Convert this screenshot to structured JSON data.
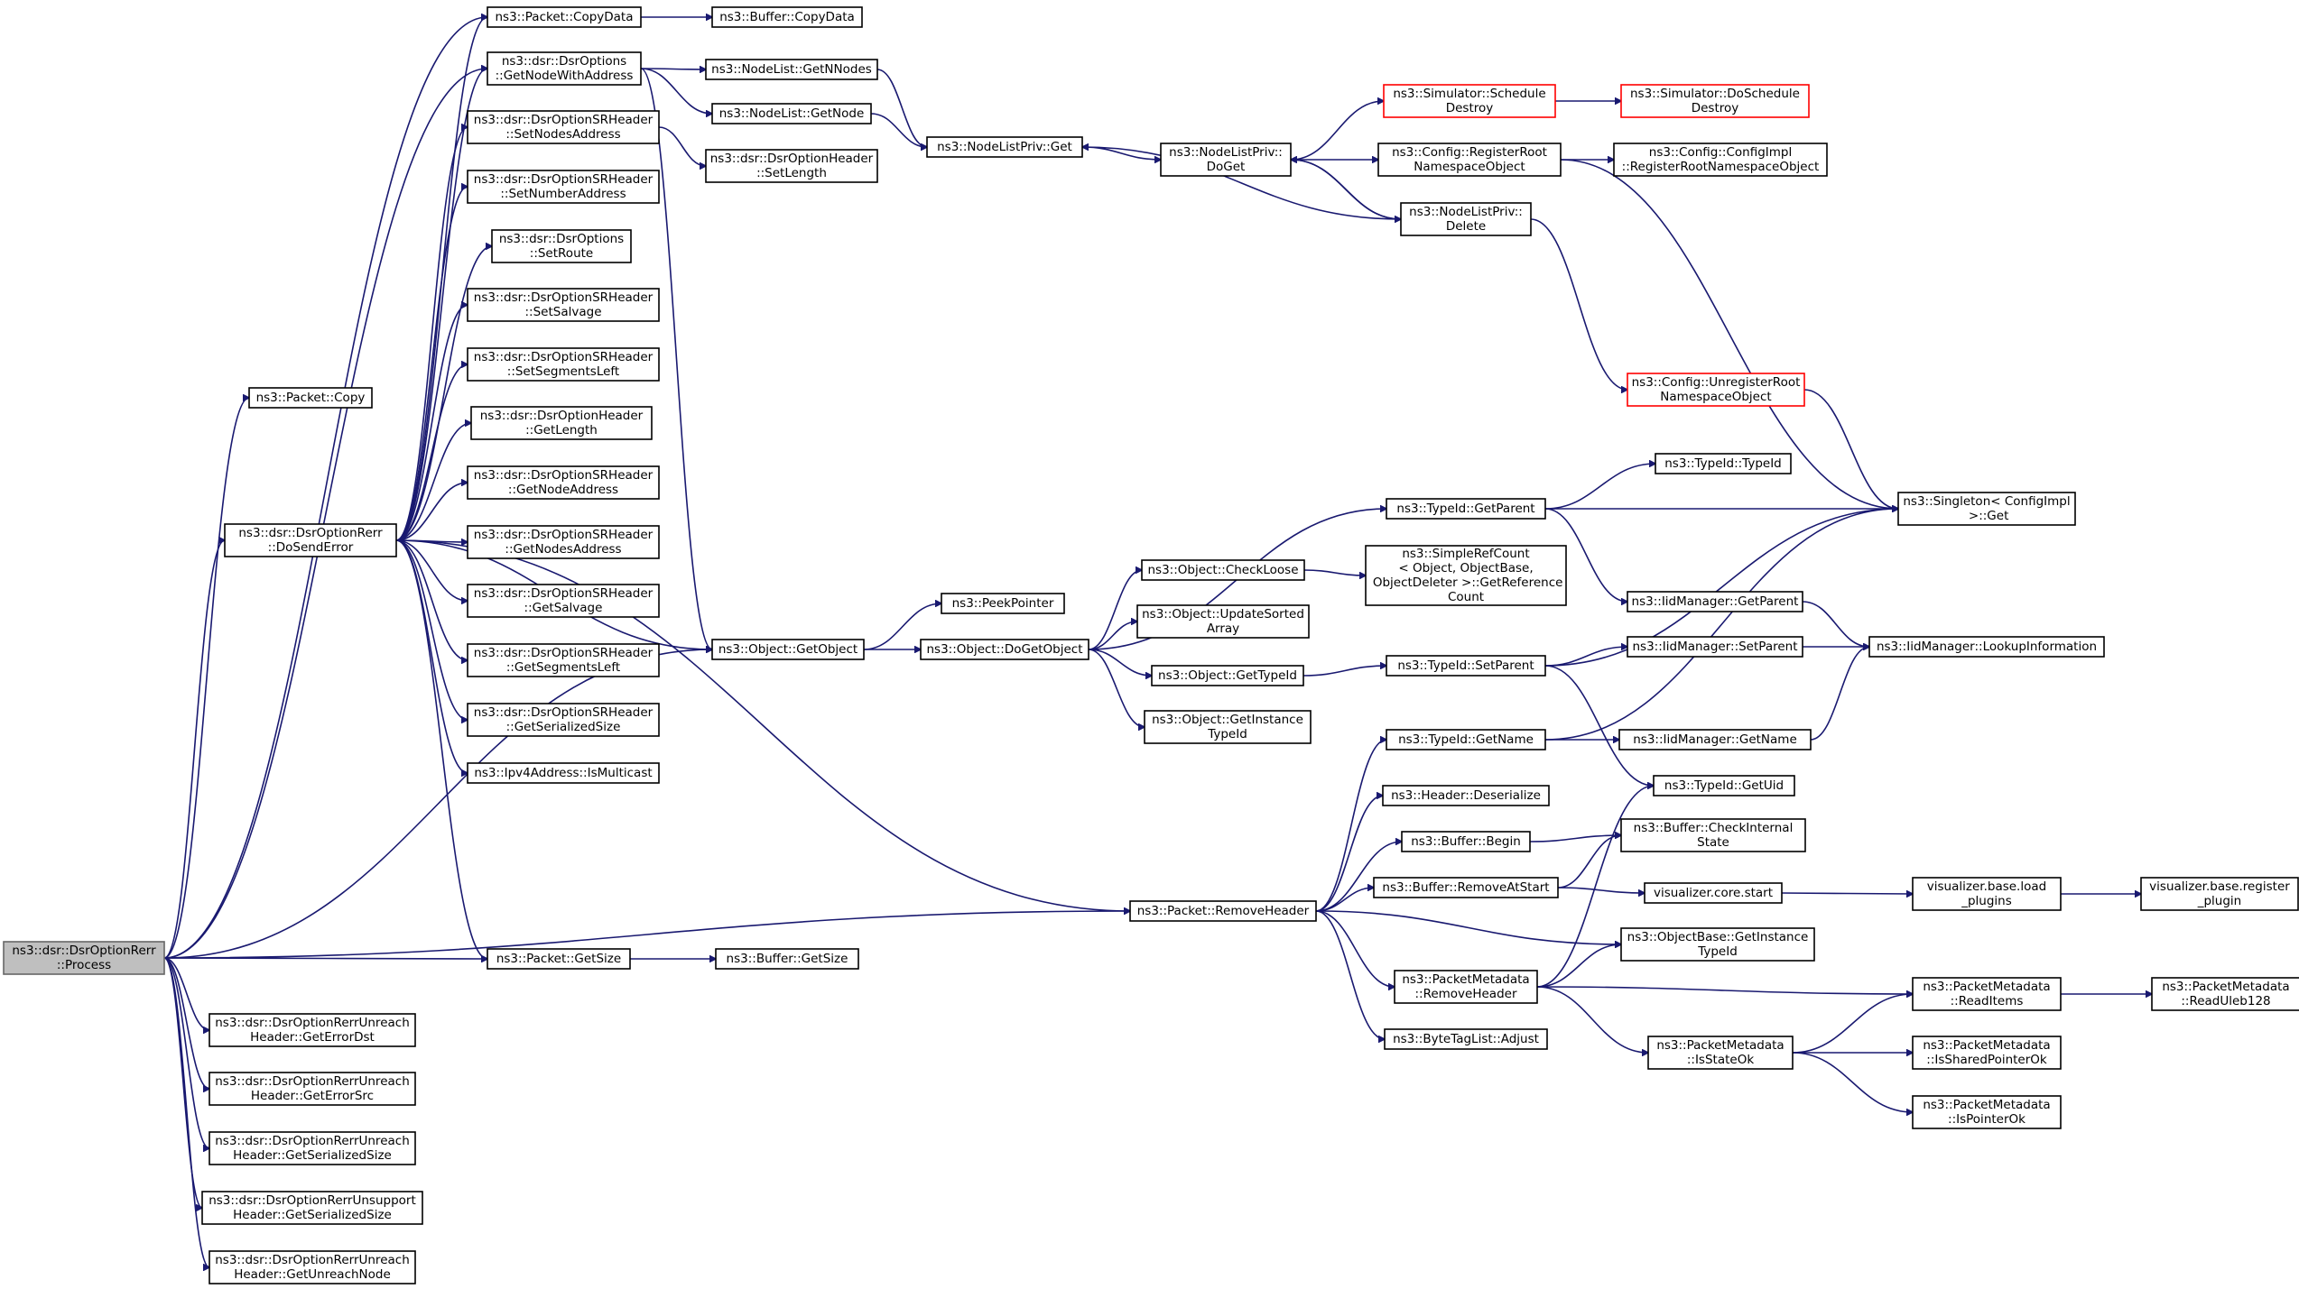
{
  "nodes": [
    {
      "id": "process",
      "lines": [
        "ns3::dsr::DsrOptionRerr",
        "::Process"
      ],
      "kind": "root"
    },
    {
      "id": "copy",
      "lines": [
        "ns3::Packet::Copy"
      ]
    },
    {
      "id": "dosenderror",
      "lines": [
        "ns3::dsr::DsrOptionRerr",
        "::DoSendError"
      ]
    },
    {
      "id": "getobject",
      "lines": [
        "ns3::Object::GetObject"
      ]
    },
    {
      "id": "getsize",
      "lines": [
        "ns3::Packet::GetSize"
      ]
    },
    {
      "id": "removeheader",
      "lines": [
        "ns3::Packet::RemoveHeader"
      ]
    },
    {
      "id": "unreach_errdst",
      "lines": [
        "ns3::dsr::DsrOptionRerrUnreach",
        "Header::GetErrorDst"
      ]
    },
    {
      "id": "unreach_errsrc",
      "lines": [
        "ns3::dsr::DsrOptionRerrUnreach",
        "Header::GetErrorSrc"
      ]
    },
    {
      "id": "unreach_sersize",
      "lines": [
        "ns3::dsr::DsrOptionRerrUnreach",
        "Header::GetSerializedSize"
      ]
    },
    {
      "id": "unsupport_sersize",
      "lines": [
        "ns3::dsr::DsrOptionRerrUnsupport",
        "Header::GetSerializedSize"
      ]
    },
    {
      "id": "unreach_node",
      "lines": [
        "ns3::dsr::DsrOptionRerrUnreach",
        "Header::GetUnreachNode"
      ]
    },
    {
      "id": "copydata",
      "lines": [
        "ns3::Packet::CopyData"
      ]
    },
    {
      "id": "getnodewithaddress",
      "lines": [
        "ns3::dsr::DsrOptions",
        "::GetNodeWithAddress"
      ]
    },
    {
      "id": "setnodesaddress",
      "lines": [
        "ns3::dsr::DsrOptionSRHeader",
        "::SetNodesAddress"
      ]
    },
    {
      "id": "setnumberaddress",
      "lines": [
        "ns3::dsr::DsrOptionSRHeader",
        "::SetNumberAddress"
      ]
    },
    {
      "id": "setroute",
      "lines": [
        "ns3::dsr::DsrOptions",
        "::SetRoute"
      ]
    },
    {
      "id": "setsalvage",
      "lines": [
        "ns3::dsr::DsrOptionSRHeader",
        "::SetSalvage"
      ]
    },
    {
      "id": "setsegmentsleft",
      "lines": [
        "ns3::dsr::DsrOptionSRHeader",
        "::SetSegmentsLeft"
      ]
    },
    {
      "id": "getlength",
      "lines": [
        "ns3::dsr::DsrOptionHeader",
        "::GetLength"
      ]
    },
    {
      "id": "getnodeaddress",
      "lines": [
        "ns3::dsr::DsrOptionSRHeader",
        "::GetNodeAddress"
      ]
    },
    {
      "id": "getnodesaddress",
      "lines": [
        "ns3::dsr::DsrOptionSRHeader",
        "::GetNodesAddress"
      ]
    },
    {
      "id": "getsalvage",
      "lines": [
        "ns3::dsr::DsrOptionSRHeader",
        "::GetSalvage"
      ]
    },
    {
      "id": "getsegmentsleft",
      "lines": [
        "ns3::dsr::DsrOptionSRHeader",
        "::GetSegmentsLeft"
      ]
    },
    {
      "id": "sr_sersize",
      "lines": [
        "ns3::dsr::DsrOptionSRHeader",
        "::GetSerializedSize"
      ]
    },
    {
      "id": "ismulticast",
      "lines": [
        "ns3::Ipv4Address::IsMulticast"
      ]
    },
    {
      "id": "buffer_copydata",
      "lines": [
        "ns3::Buffer::CopyData"
      ]
    },
    {
      "id": "getnnodes",
      "lines": [
        "ns3::NodeList::GetNNodes"
      ]
    },
    {
      "id": "getnode",
      "lines": [
        "ns3::NodeList::GetNode"
      ]
    },
    {
      "id": "setlength",
      "lines": [
        "ns3::dsr::DsrOptionHeader",
        "::SetLength"
      ]
    },
    {
      "id": "peekpointer",
      "lines": [
        "ns3::PeekPointer"
      ]
    },
    {
      "id": "dogetobject",
      "lines": [
        "ns3::Object::DoGetObject"
      ]
    },
    {
      "id": "buffer_getsize",
      "lines": [
        "ns3::Buffer::GetSize"
      ]
    },
    {
      "id": "nlp_get",
      "lines": [
        "ns3::NodeListPriv::Get"
      ]
    },
    {
      "id": "nlp_doget",
      "lines": [
        "ns3::NodeListPriv::",
        "DoGet"
      ]
    },
    {
      "id": "sim_schedule",
      "lines": [
        "ns3::Simulator::Schedule",
        "Destroy"
      ],
      "kind": "truncated"
    },
    {
      "id": "sim_doschedule",
      "lines": [
        "ns3::Simulator::DoSchedule",
        "Destroy"
      ],
      "kind": "truncated"
    },
    {
      "id": "cfg_register",
      "lines": [
        "ns3::Config::RegisterRoot",
        "NamespaceObject"
      ]
    },
    {
      "id": "cfgimpl_register",
      "lines": [
        "ns3::Config::ConfigImpl",
        "::RegisterRootNamespaceObject"
      ]
    },
    {
      "id": "nlp_delete",
      "lines": [
        "ns3::NodeListPriv::",
        "Delete"
      ]
    },
    {
      "id": "cfg_unregister",
      "lines": [
        "ns3::Config::UnregisterRoot",
        "NamespaceObject"
      ],
      "kind": "truncated"
    },
    {
      "id": "singleton_get",
      "lines": [
        "ns3::Singleton< ConfigImpl",
        " >::Get"
      ]
    },
    {
      "id": "typeid_typeid",
      "lines": [
        "ns3::TypeId::TypeId"
      ]
    },
    {
      "id": "typeid_getparent",
      "lines": [
        "ns3::TypeId::GetParent"
      ]
    },
    {
      "id": "checkloose",
      "lines": [
        "ns3::Object::CheckLoose"
      ]
    },
    {
      "id": "simplerefcount",
      "lines": [
        "ns3::SimpleRefCount",
        "< Object, ObjectBase,",
        " ObjectDeleter >::GetReference",
        "Count"
      ]
    },
    {
      "id": "updatesorted",
      "lines": [
        "ns3::Object::UpdateSorted",
        "Array"
      ]
    },
    {
      "id": "iid_getparent",
      "lines": [
        "ns3::IidManager::GetParent"
      ]
    },
    {
      "id": "obj_gettypeid",
      "lines": [
        "ns3::Object::GetTypeId"
      ]
    },
    {
      "id": "typeid_setparent",
      "lines": [
        "ns3::TypeId::SetParent"
      ]
    },
    {
      "id": "iid_setparent",
      "lines": [
        "ns3::IidManager::SetParent"
      ]
    },
    {
      "id": "iid_lookup",
      "lines": [
        "ns3::IidManager::LookupInformation"
      ]
    },
    {
      "id": "obj_getinstance",
      "lines": [
        "ns3::Object::GetInstance",
        "TypeId"
      ]
    },
    {
      "id": "typeid_getname",
      "lines": [
        "ns3::TypeId::GetName"
      ]
    },
    {
      "id": "iid_getname",
      "lines": [
        "ns3::IidManager::GetName"
      ]
    },
    {
      "id": "typeid_getuid",
      "lines": [
        "ns3::TypeId::GetUid"
      ]
    },
    {
      "id": "header_deserialize",
      "lines": [
        "ns3::Header::Deserialize"
      ]
    },
    {
      "id": "buffer_begin",
      "lines": [
        "ns3::Buffer::Begin"
      ]
    },
    {
      "id": "buffer_checkinternal",
      "lines": [
        "ns3::Buffer::CheckInternal",
        "State"
      ]
    },
    {
      "id": "buffer_removeatstart",
      "lines": [
        "ns3::Buffer::RemoveAtStart"
      ]
    },
    {
      "id": "viz_core_start",
      "lines": [
        "visualizer.core.start"
      ]
    },
    {
      "id": "viz_load_plugins",
      "lines": [
        "visualizer.base.load",
        "_plugins"
      ]
    },
    {
      "id": "viz_register_plugin",
      "lines": [
        "visualizer.base.register",
        "_plugin"
      ]
    },
    {
      "id": "objectbase_getinstance",
      "lines": [
        "ns3::ObjectBase::GetInstance",
        "TypeId"
      ]
    },
    {
      "id": "pm_removeheader",
      "lines": [
        "ns3::PacketMetadata",
        "::RemoveHeader"
      ]
    },
    {
      "id": "pm_readitems",
      "lines": [
        "ns3::PacketMetadata",
        "::ReadItems"
      ]
    },
    {
      "id": "pm_readuleb",
      "lines": [
        "ns3::PacketMetadata",
        "::ReadUleb128"
      ]
    },
    {
      "id": "pm_isstateok",
      "lines": [
        "ns3::PacketMetadata",
        "::IsStateOk"
      ]
    },
    {
      "id": "pm_issharedpointerok",
      "lines": [
        "ns3::PacketMetadata",
        "::IsSharedPointerOk"
      ]
    },
    {
      "id": "pm_ispointerok",
      "lines": [
        "ns3::PacketMetadata",
        "::IsPointerOk"
      ]
    },
    {
      "id": "bytetaglist_adjust",
      "lines": [
        "ns3::ByteTagList::Adjust"
      ]
    }
  ],
  "edges": [
    [
      "process",
      "copy"
    ],
    [
      "process",
      "dosenderror"
    ],
    [
      "process",
      "getobject"
    ],
    [
      "process",
      "getsize"
    ],
    [
      "process",
      "removeheader"
    ],
    [
      "process",
      "unreach_errdst"
    ],
    [
      "process",
      "unreach_errsrc"
    ],
    [
      "process",
      "unreach_sersize"
    ],
    [
      "process",
      "unsupport_sersize"
    ],
    [
      "process",
      "unreach_node"
    ],
    [
      "process",
      "copydata"
    ],
    [
      "process",
      "getnodewithaddress"
    ],
    [
      "dosenderror",
      "copydata"
    ],
    [
      "dosenderror",
      "getnodewithaddress"
    ],
    [
      "dosenderror",
      "setnodesaddress"
    ],
    [
      "dosenderror",
      "setnumberaddress"
    ],
    [
      "dosenderror",
      "setroute"
    ],
    [
      "dosenderror",
      "setsalvage"
    ],
    [
      "dosenderror",
      "setsegmentsleft"
    ],
    [
      "dosenderror",
      "getlength"
    ],
    [
      "dosenderror",
      "getnodeaddress"
    ],
    [
      "dosenderror",
      "getnodesaddress"
    ],
    [
      "dosenderror",
      "getsalvage"
    ],
    [
      "dosenderror",
      "getsegmentsleft"
    ],
    [
      "dosenderror",
      "sr_sersize"
    ],
    [
      "dosenderror",
      "ismulticast"
    ],
    [
      "dosenderror",
      "getobject"
    ],
    [
      "dosenderror",
      "getsize"
    ],
    [
      "dosenderror",
      "removeheader"
    ],
    [
      "copydata",
      "buffer_copydata"
    ],
    [
      "getnodewithaddress",
      "getnnodes"
    ],
    [
      "getnodewithaddress",
      "getnode"
    ],
    [
      "getnodewithaddress",
      "getobject"
    ],
    [
      "setnodesaddress",
      "setlength"
    ],
    [
      "getnnodes",
      "nlp_get"
    ],
    [
      "getnode",
      "nlp_get"
    ],
    [
      "nlp_get",
      "nlp_doget"
    ],
    [
      "nlp_doget",
      "sim_schedule"
    ],
    [
      "nlp_doget",
      "cfg_register"
    ],
    [
      "nlp_doget",
      "nlp_delete"
    ],
    [
      "sim_schedule",
      "sim_doschedule"
    ],
    [
      "cfg_register",
      "cfgimpl_register"
    ],
    [
      "cfg_register",
      "singleton_get"
    ],
    [
      "nlp_delete",
      "nlp_doget"
    ],
    [
      "nlp_delete",
      "nlp_get"
    ],
    [
      "nlp_delete",
      "cfg_unregister"
    ],
    [
      "cfg_unregister",
      "singleton_get"
    ],
    [
      "getobject",
      "peekpointer"
    ],
    [
      "getobject",
      "dogetobject"
    ],
    [
      "getsize",
      "buffer_getsize"
    ],
    [
      "dogetobject",
      "typeid_getparent"
    ],
    [
      "dogetobject",
      "checkloose"
    ],
    [
      "dogetobject",
      "updatesorted"
    ],
    [
      "dogetobject",
      "obj_gettypeid"
    ],
    [
      "dogetobject",
      "obj_getinstance"
    ],
    [
      "checkloose",
      "simplerefcount"
    ],
    [
      "typeid_getparent",
      "typeid_typeid"
    ],
    [
      "typeid_getparent",
      "singleton_get"
    ],
    [
      "typeid_getparent",
      "iid_getparent"
    ],
    [
      "iid_getparent",
      "iid_lookup"
    ],
    [
      "obj_gettypeid",
      "typeid_setparent"
    ],
    [
      "typeid_setparent",
      "singleton_get"
    ],
    [
      "typeid_setparent",
      "iid_setparent"
    ],
    [
      "typeid_setparent",
      "typeid_getuid"
    ],
    [
      "iid_setparent",
      "iid_lookup"
    ],
    [
      "typeid_getname",
      "singleton_get"
    ],
    [
      "typeid_getname",
      "iid_getname"
    ],
    [
      "iid_getname",
      "iid_lookup"
    ],
    [
      "removeheader",
      "typeid_getname"
    ],
    [
      "removeheader",
      "header_deserialize"
    ],
    [
      "removeheader",
      "buffer_begin"
    ],
    [
      "removeheader",
      "buffer_removeatstart"
    ],
    [
      "removeheader",
      "objectbase_getinstance"
    ],
    [
      "removeheader",
      "pm_removeheader"
    ],
    [
      "removeheader",
      "bytetaglist_adjust"
    ],
    [
      "buffer_begin",
      "buffer_checkinternal"
    ],
    [
      "buffer_removeatstart",
      "buffer_checkinternal"
    ],
    [
      "buffer_removeatstart",
      "viz_core_start"
    ],
    [
      "viz_core_start",
      "viz_load_plugins"
    ],
    [
      "viz_load_plugins",
      "viz_register_plugin"
    ],
    [
      "pm_removeheader",
      "typeid_getuid"
    ],
    [
      "pm_removeheader",
      "objectbase_getinstance"
    ],
    [
      "pm_removeheader",
      "pm_readitems"
    ],
    [
      "pm_removeheader",
      "pm_isstateok"
    ],
    [
      "pm_readitems",
      "pm_readuleb"
    ],
    [
      "pm_isstateok",
      "pm_readitems"
    ],
    [
      "pm_isstateok",
      "pm_issharedpointerok"
    ],
    [
      "pm_isstateok",
      "pm_ispointerok"
    ]
  ],
  "colors": {
    "edge": "#191970",
    "root_fill": "#bfbfbf",
    "node_border": "#000000",
    "truncated_border": "#ff0000"
  }
}
